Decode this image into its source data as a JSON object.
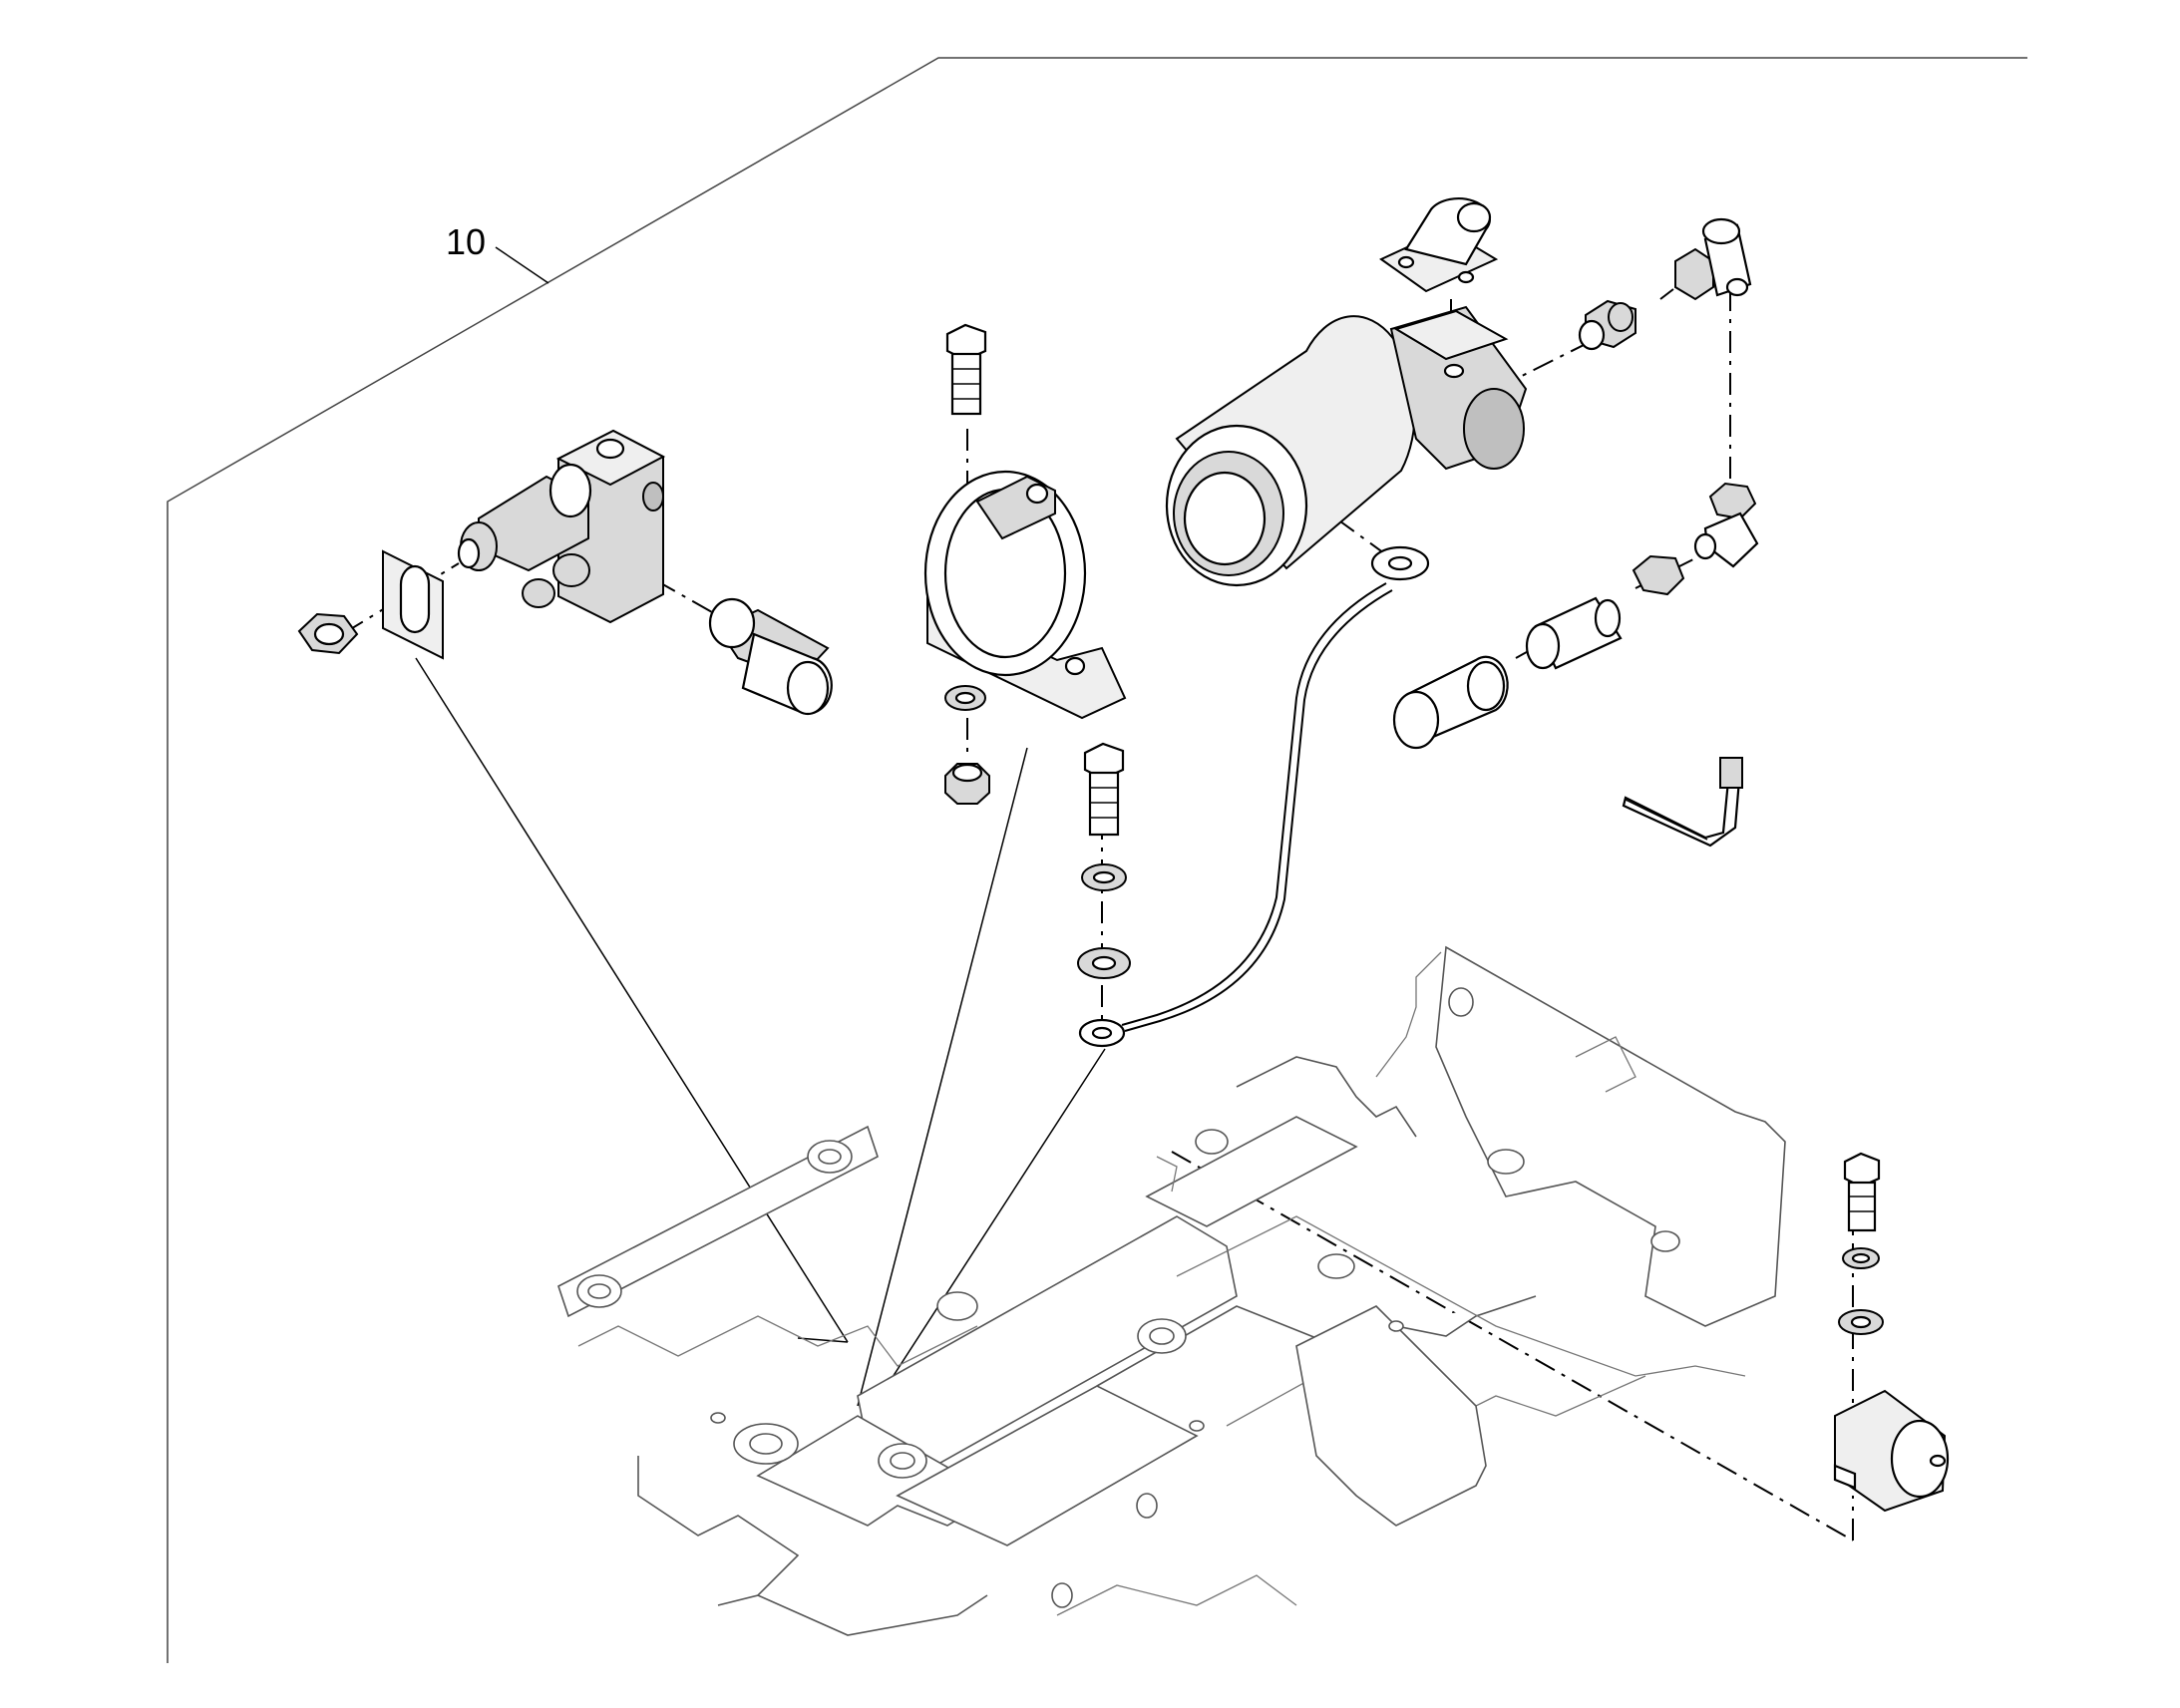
{
  "diagram": {
    "callouts": [
      {
        "label": "10"
      }
    ],
    "colors": {
      "ink": "#000000",
      "part_shade": "#d9d9d9",
      "part_dark": "#bfbfbf",
      "background": "#ffffff"
    },
    "parts": [
      "valve-block",
      "mounting-plate",
      "lock-nut",
      "valve-hose-connector",
      "bolt",
      "strap-clamp",
      "washer",
      "nut",
      "filter-canister",
      "filter-head",
      "elbow-fitting",
      "tee-fitting",
      "nipple-fitting",
      "ground-cable",
      "hose-connector",
      "cable-tie",
      "accumulator",
      "chassis-frame"
    ]
  }
}
